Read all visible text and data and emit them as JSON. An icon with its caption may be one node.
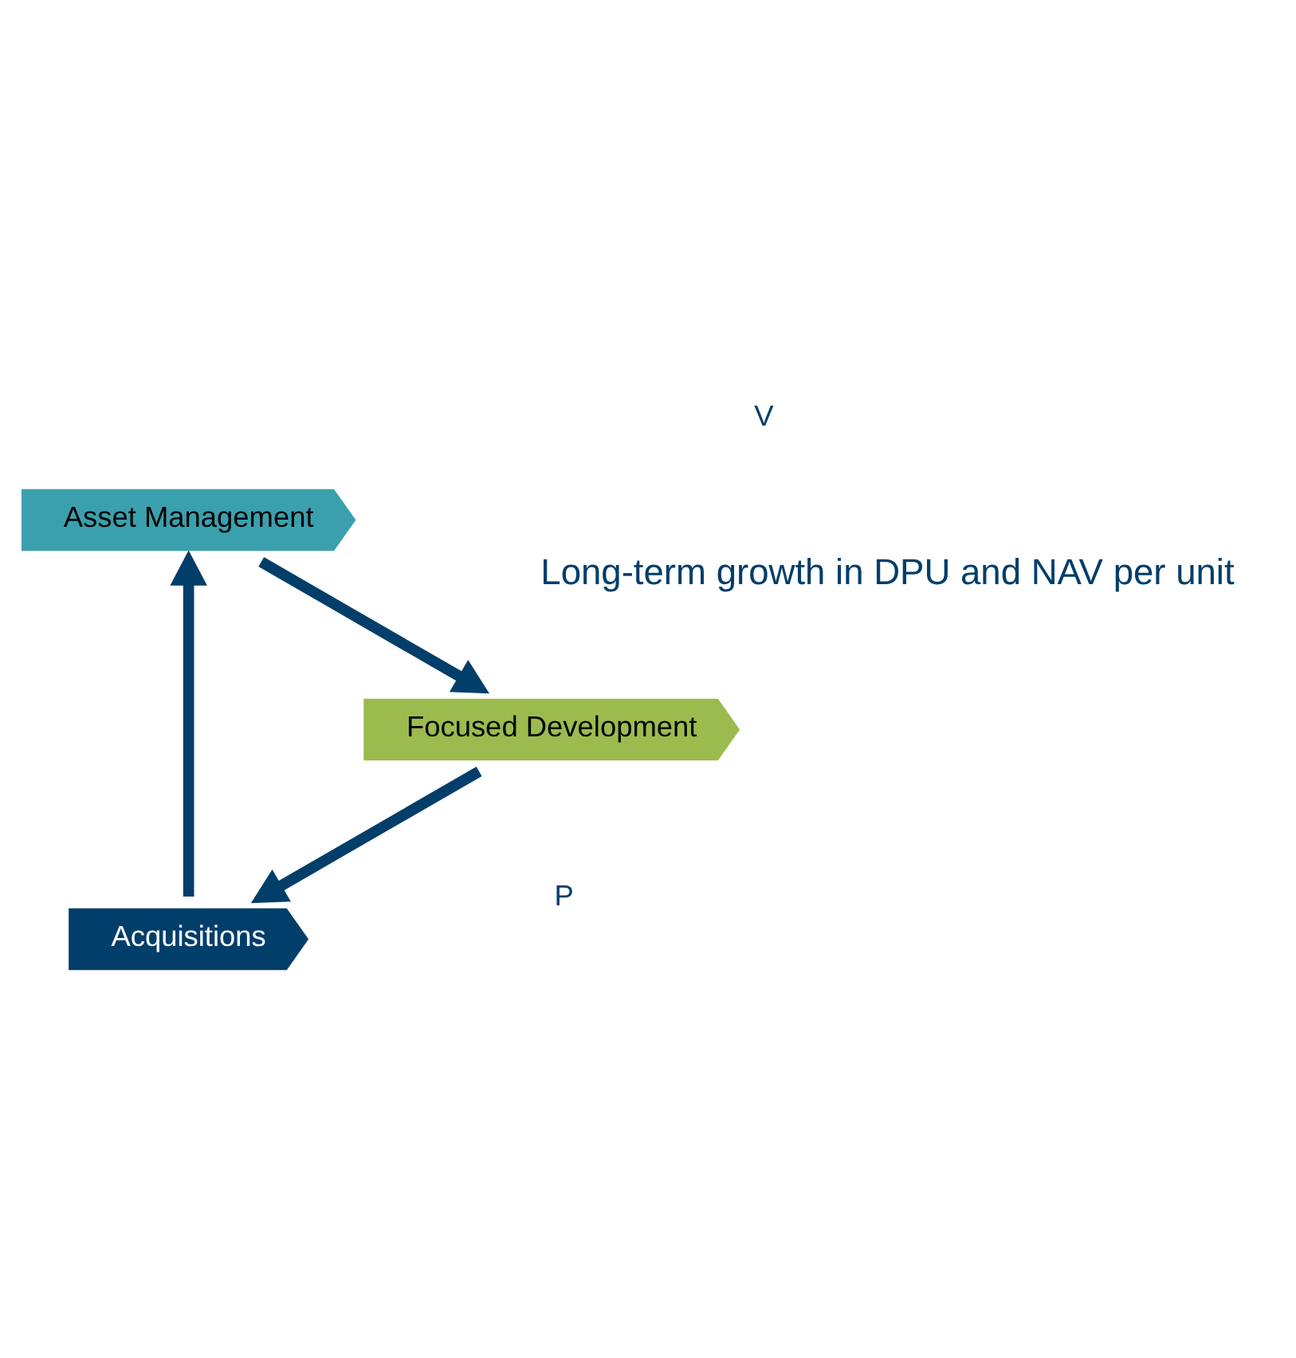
{
  "diagram": {
    "nodes": [
      {
        "text": [
          "Acquisitions"
        ]
      },
      {
        "text": [
          "Asset Management"
        ]
      },
      {
        "text": [
          "Focused Development"
        ]
      }
    ],
    "edges": [
      {
        "from": 0,
        "to": 1,
        "arrow": "to"
      },
      {
        "from": 1,
        "to": 2,
        "arrow": "to"
      },
      {
        "from": 2,
        "to": 0,
        "arrow": "to"
      }
    ],
    "labels": [
      "P",
      "V",
      "Long-term growth in DPU and NAV per unit"
    ]
  }
}
